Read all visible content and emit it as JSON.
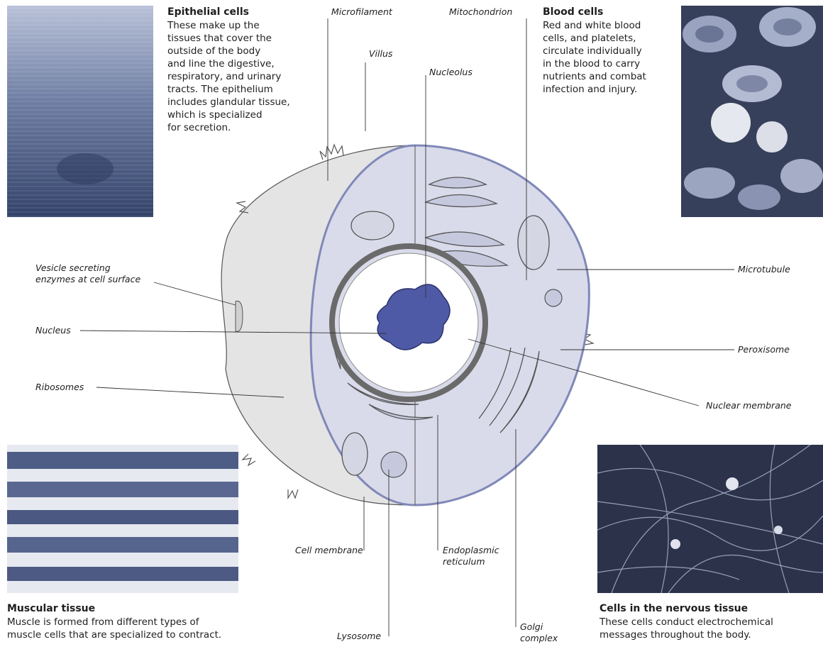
{
  "tissues": {
    "epithelial": {
      "title": "Epithelial cells",
      "text": [
        "These make up the",
        "tissues that cover the",
        "outside of the body",
        "and line the digestive,",
        "respiratory, and urinary",
        "tracts. The epithelium",
        "includes glandular tissue,",
        "which is specialized",
        "for secretion."
      ]
    },
    "blood": {
      "title": "Blood cells",
      "text": [
        "Red and white blood",
        "cells, and platelets,",
        "circulate individually",
        "in the blood to carry",
        "nutrients and combat",
        "infection and injury."
      ]
    },
    "muscular": {
      "title": "Muscular tissue",
      "text": [
        "Muscle is formed from different types of",
        "muscle cells that are specialized to contract."
      ]
    },
    "nervous": {
      "title": "Cells in the nervous tissue",
      "text": [
        "These cells conduct electrochemical",
        "messages throughout the body."
      ]
    }
  },
  "labels": {
    "microfilament": "Microfilament",
    "villus": "Villus",
    "mitochondrion": "Mitochondrion",
    "nucleolus": "Nucleolus",
    "vesicle": [
      "Vesicle secreting",
      "enzymes at cell surface"
    ],
    "nucleus": "Nucleus",
    "ribosomes": "Ribosomes",
    "microtubule": "Microtubule",
    "peroxisome": "Peroxisome",
    "nuclear_membrane": "Nuclear membrane",
    "cell_membrane": "Cell membrane",
    "er": [
      "Endoplasmic",
      "reticulum"
    ],
    "lysosome": "Lysosome",
    "golgi": [
      "Golgi",
      "complex"
    ]
  },
  "colors": {
    "cytoplasm": "#d9dbea",
    "membrane": "#8088b8",
    "nucleolus": "#4f5aa6",
    "outer_cell": "#e4e4e4",
    "leader": "#333333"
  }
}
